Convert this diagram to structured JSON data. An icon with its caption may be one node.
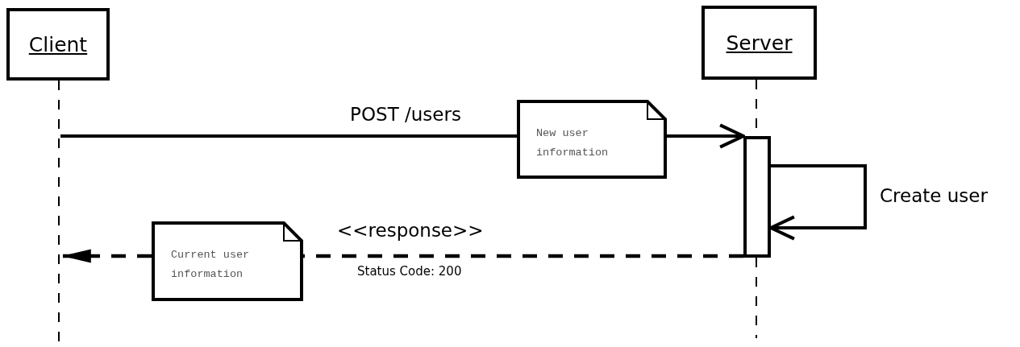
{
  "diagram": {
    "nodes": [
      {
        "text": [
          "Client"
        ]
      },
      {
        "text": [
          "Server"
        ]
      },
      {
        "text": [],
        "shape": "bar"
      },
      {
        "text": [
          "New user information"
        ]
      },
      {
        "text": [
          "Current user information"
        ]
      }
    ],
    "edges": [
      {
        "from": 0,
        "to": null,
        "arrow": "none",
        "style": "dashed"
      },
      {
        "from": 1,
        "to": 2,
        "arrow": "none",
        "style": "dashed"
      },
      {
        "from": 2,
        "to": null,
        "arrow": "none",
        "style": "dashed"
      },
      {
        "from": null,
        "to": 3,
        "arrow": "none",
        "label": "POST /users"
      },
      {
        "from": 3,
        "to": 2,
        "arrow": "to"
      },
      {
        "from": 2,
        "to": 2,
        "arrow": "to",
        "label": "Create user"
      },
      {
        "from": 2,
        "to": 4,
        "arrow": "none",
        "style": "dashed",
        "label": "<<response>>"
      },
      {
        "from": 4,
        "to": null,
        "arrow": "to",
        "style": "dashed"
      }
    ],
    "labels": [
      "Status Code: 200"
    ]
  }
}
